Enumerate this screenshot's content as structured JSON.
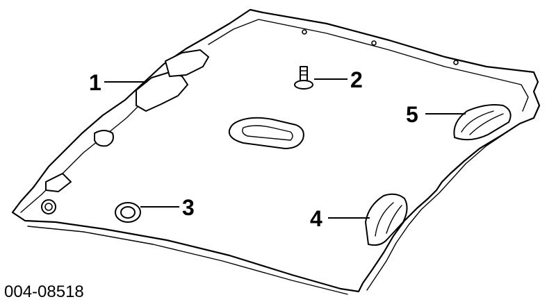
{
  "callouts": [
    {
      "id": "1",
      "label": "1"
    },
    {
      "id": "2",
      "label": "2"
    },
    {
      "id": "3",
      "label": "3"
    },
    {
      "id": "4",
      "label": "4"
    },
    {
      "id": "5",
      "label": "5"
    }
  ],
  "document_number": "004-08518"
}
